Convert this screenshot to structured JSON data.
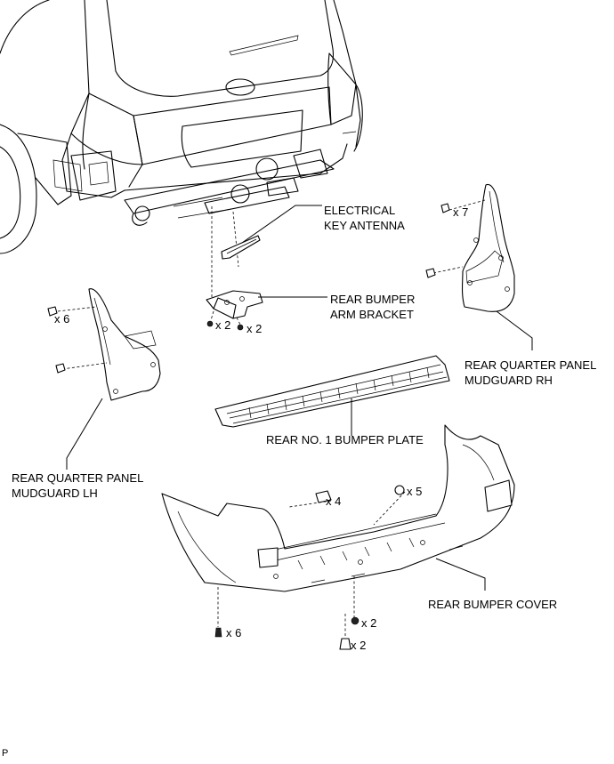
{
  "labels": {
    "electrical_key_antenna": [
      "ELECTRICAL",
      "KEY ANTENNA"
    ],
    "rear_bumper_arm_bracket": [
      "REAR BUMPER",
      "ARM BRACKET"
    ],
    "rear_quarter_panel_mudguard_rh": [
      "REAR QUARTER PANEL",
      "MUDGUARD RH"
    ],
    "rear_no1_bumper_plate": "REAR NO. 1 BUMPER PLATE",
    "rear_quarter_panel_mudguard_lh": [
      "REAR QUARTER PANEL",
      "MUDGUARD LH"
    ],
    "rear_bumper_cover": "REAR BUMPER COVER"
  },
  "fastener_counts": {
    "rh_mudguard_screws": "x 7",
    "lh_mudguard_screws": "x 6",
    "bracket_bolts_a": "x 2",
    "bracket_bolts_b": "x 2",
    "cover_clips_top": "x 4",
    "cover_screws_top": "x 5",
    "cover_screws_bottom": "x 6",
    "cover_clips_center_a": "x 2",
    "cover_clips_center_b": "x 2"
  },
  "corner_mark": "P"
}
